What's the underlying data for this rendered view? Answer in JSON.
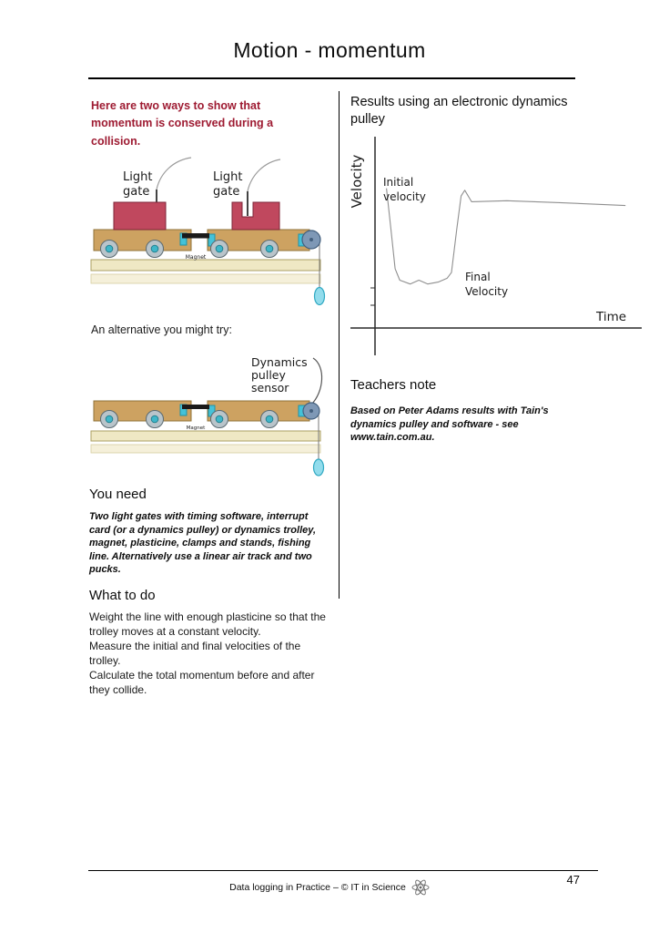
{
  "page": {
    "title": "Motion - momentum",
    "page_number": "47",
    "footer_text": "Data logging in Practice – © IT in Science"
  },
  "colors": {
    "intro_text": "#9e1b32",
    "trolley_block": "#c0485e",
    "trolley_board": "#cda261",
    "wheel_hub": "#3fb6c9",
    "track": "#efe8c4",
    "pulley": "#7e98b6",
    "plasticine_weight": "#92dcec"
  },
  "left_column": {
    "intro": "Here are two ways to show that momentum is conserved during a collision.",
    "alternative_caption": "An alternative you might try:",
    "diagram1": {
      "light_gate_label": [
        "Light",
        "gate"
      ],
      "magnet_label": "Magnet"
    },
    "diagram2": {
      "sensor_label": [
        "Dynamics",
        "pulley",
        "sensor"
      ],
      "magnet_label": "Magnet"
    },
    "you_need": {
      "heading": "You need",
      "body": "Two light gates with timing software, interrupt card (or a dynamics pulley) or dynamics trolley, magnet, plasticine, clamps and stands, fishing line. Alternatively use a linear air track and two pucks."
    },
    "what_to_do": {
      "heading": "What to do",
      "steps": [
        "Weight the line with enough plasticine so that the trolley moves at a constant velocity.",
        "Measure the initial and final velocities of the trolley.",
        "Calculate the total momentum before and after they collide."
      ]
    }
  },
  "right_column": {
    "results_heading": "Results using an electronic dynamics pulley",
    "teachers_note": {
      "heading": "Teachers note",
      "body": "Based on Peter Adams results with Tain's dynamics pulley and software - see www.tain.com.au."
    }
  },
  "chart_data": {
    "type": "line",
    "title": "Results using an electronic dynamics pulley",
    "xlabel": "Time",
    "ylabel": "Velocity",
    "axes": "hand-drawn, no tick labels",
    "x_range_norm": [
      0,
      1
    ],
    "y_range_norm": [
      0,
      1
    ],
    "annotations": {
      "initial": [
        "Initial",
        "velocity"
      ],
      "final": [
        "Final",
        "Velocity"
      ]
    },
    "series": [
      {
        "name": "trolley velocity",
        "points": [
          [
            0.045,
            0.73
          ],
          [
            0.062,
            0.52
          ],
          [
            0.079,
            0.31
          ],
          [
            0.097,
            0.25
          ],
          [
            0.138,
            0.23
          ],
          [
            0.172,
            0.25
          ],
          [
            0.207,
            0.23
          ],
          [
            0.248,
            0.24
          ],
          [
            0.283,
            0.26
          ],
          [
            0.3,
            0.29
          ],
          [
            0.321,
            0.52
          ],
          [
            0.338,
            0.69
          ],
          [
            0.352,
            0.72
          ],
          [
            0.379,
            0.66
          ],
          [
            0.517,
            0.665
          ],
          [
            0.724,
            0.655
          ],
          [
            0.983,
            0.64
          ]
        ]
      }
    ]
  }
}
